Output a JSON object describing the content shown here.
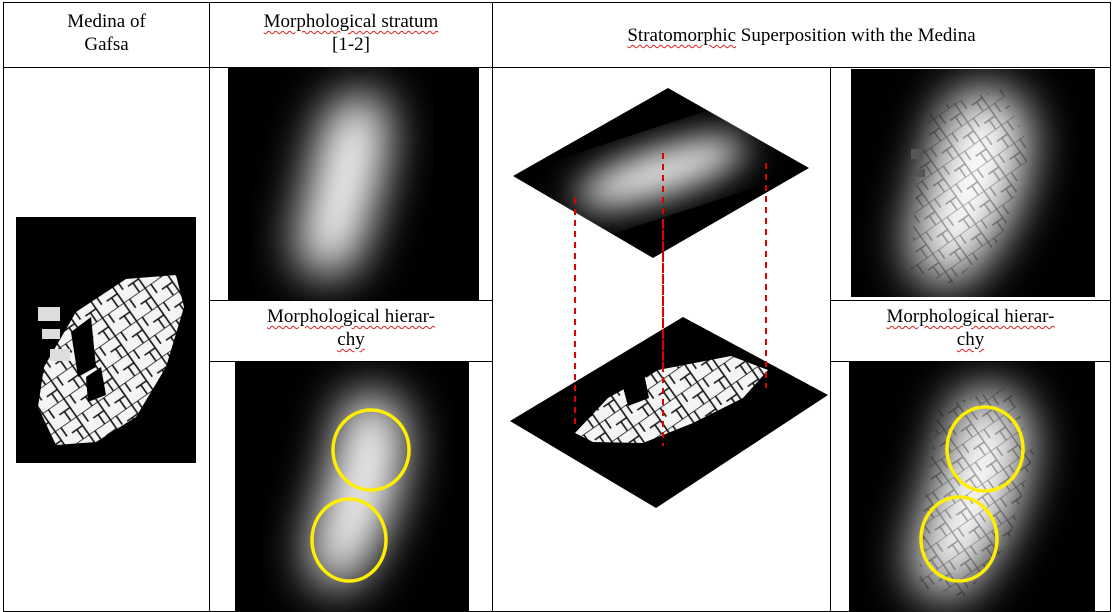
{
  "table": {
    "col1_header": {
      "line1": "Medina of",
      "line2": "Gafsa"
    },
    "col2_header": {
      "line1": "Morphological stratum",
      "line2": "[1-2]"
    },
    "col3_header": {
      "word1": "Stratomorphic",
      "rest": " Superposition with the Medina"
    },
    "hierarchy_label_left": {
      "line1": "Morphological hierar-",
      "line2": "chy"
    },
    "hierarchy_label_right": {
      "line1": "Morphological hierar-",
      "line2": "chy"
    }
  },
  "colors": {
    "border": "#000000",
    "image_bg": "#000000",
    "highlight_circle": "#ffee00",
    "projection_line": "#e00000",
    "spellcheck": "#dd2222"
  },
  "images": {
    "medina_map": "medina-footprint-map",
    "stratum": "density-stratum-blur",
    "hierarchy": "hierarchy-with-yellow-circles",
    "superposition": "isometric-layer-stack",
    "stratum_overlay": "stratum-overlay-medina",
    "hierarchy_overlay": "hierarchy-overlay-medina"
  }
}
